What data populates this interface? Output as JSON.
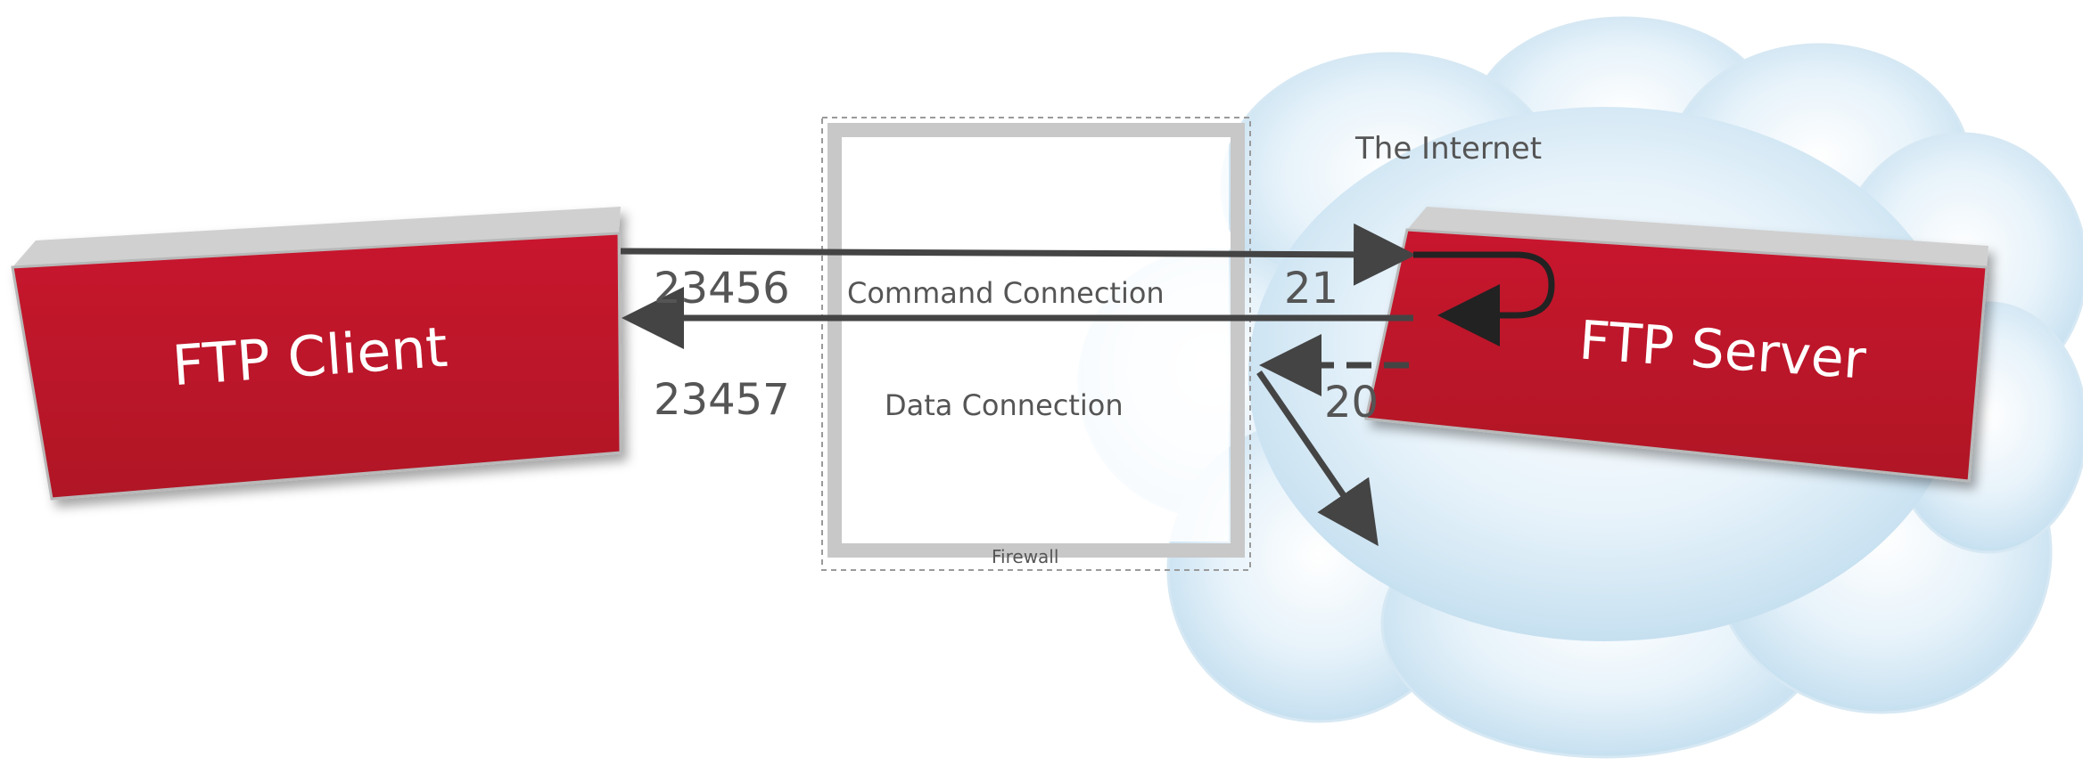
{
  "cloud_label": "The Internet",
  "client": {
    "label": "FTP Client"
  },
  "server": {
    "label": "FTP Server"
  },
  "firewall": {
    "label": "Firewall"
  },
  "command_connection": {
    "label": "Command Connection",
    "client_port": "23456",
    "server_port": "21"
  },
  "data_connection": {
    "label": "Data Connection",
    "client_port": "23457",
    "server_port": "20"
  },
  "colors": {
    "box_red": "#c0162a",
    "cloud": "#cfe6f4",
    "arrow": "#444444",
    "firewall_gray": "#c8c8c8"
  }
}
